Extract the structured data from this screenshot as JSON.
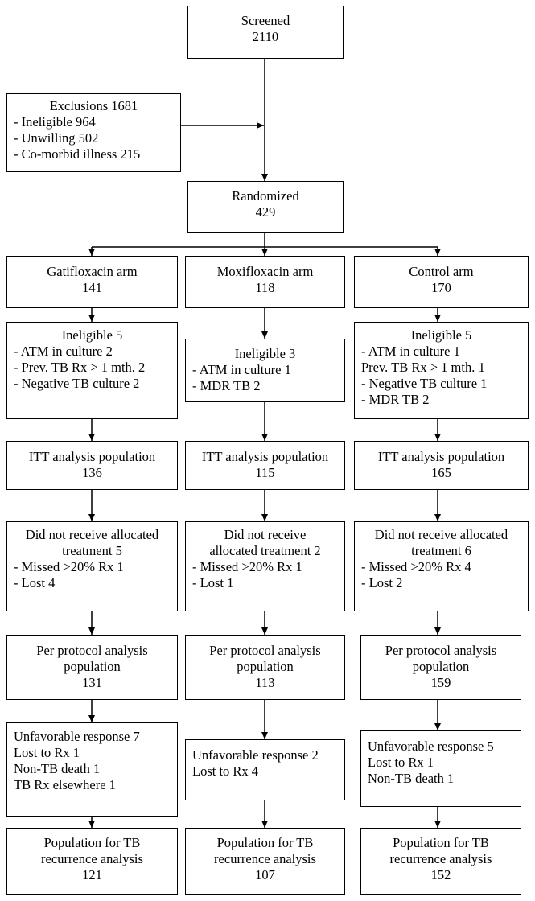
{
  "screened": {
    "label": "Screened",
    "n": "2110"
  },
  "exclusions": {
    "title": "Exclusions 1681",
    "items": [
      "- Ineligible 964",
      "- Unwilling 502",
      "- Co-morbid illness 215"
    ]
  },
  "randomized": {
    "label": "Randomized",
    "n": "429"
  },
  "arms": [
    {
      "name": "Gatifloxacin arm",
      "n": "141",
      "ineligible": {
        "title": "Ineligible 5",
        "items": [
          "- ATM in culture 2",
          "- Prev. TB Rx > 1 mth. 2",
          "- Negative TB culture 2"
        ]
      },
      "itt": {
        "label": "ITT analysis population",
        "n": "136"
      },
      "not_received": {
        "title_lines": [
          "Did not receive allocated",
          "treatment 5"
        ],
        "items": [
          "- Missed >20%  Rx 1",
          "- Lost 4"
        ]
      },
      "per_protocol": {
        "lines": [
          "Per protocol analysis",
          "population"
        ],
        "n": "131"
      },
      "unfavorable": {
        "lines": [
          "Unfavorable response 7",
          "Lost to Rx 1",
          "Non-TB death 1",
          "TB Rx elsewhere 1"
        ]
      },
      "recurrence": {
        "lines": [
          "Population for TB",
          "recurrence analysis"
        ],
        "n": "121"
      }
    },
    {
      "name": "Moxifloxacin arm",
      "n": "118",
      "ineligible": {
        "title": "Ineligible 3",
        "items": [
          "- ATM in culture 1",
          " - MDR TB 2"
        ]
      },
      "itt": {
        "label": "ITT analysis population",
        "n": "115"
      },
      "not_received": {
        "title_lines": [
          "Did not receive",
          "allocated treatment 2"
        ],
        "items": [
          "- Missed >20%  Rx 1",
          "- Lost 1"
        ]
      },
      "per_protocol": {
        "lines": [
          "Per protocol analysis",
          "population"
        ],
        "n": "113"
      },
      "unfavorable": {
        "lines": [
          "Unfavorable response 2",
          "Lost to Rx 4"
        ]
      },
      "recurrence": {
        "lines": [
          "Population for TB",
          "recurrence analysis"
        ],
        "n": "107"
      }
    },
    {
      "name": "Control arm",
      "n": "170",
      "ineligible": {
        "title": "Ineligible 5",
        "items": [
          "- ATM in culture 1",
          " Prev. TB Rx > 1 mth. 1",
          "- Negative TB culture 1",
          "- MDR TB 2"
        ]
      },
      "itt": {
        "label": "ITT analysis population",
        "n": "165"
      },
      "not_received": {
        "title_lines": [
          "Did not receive allocated",
          "treatment 6"
        ],
        "items": [
          "- Missed >20%  Rx 4",
          "- Lost 2"
        ]
      },
      "per_protocol": {
        "lines": [
          "Per protocol analysis",
          "population"
        ],
        "n": "159"
      },
      "unfavorable": {
        "lines": [
          "Unfavorable response 5",
          "Lost to Rx 1",
          "Non-TB death 1"
        ]
      },
      "recurrence": {
        "lines": [
          "Population for TB",
          "recurrence analysis"
        ],
        "n": "152"
      }
    }
  ]
}
